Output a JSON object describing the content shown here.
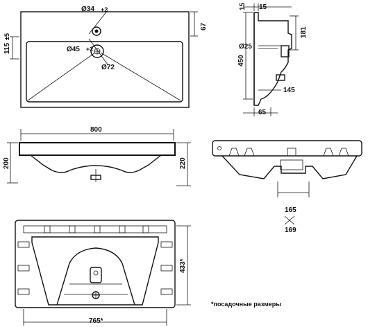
{
  "top_view": {
    "dims": {
      "tap_hole": "Ø34",
      "tap_hole_tol": "+2",
      "drain_hole": "Ø45",
      "drain_hole_tol": "+2",
      "drain_outer": "Ø72",
      "left_height": "115",
      "left_height_tol": "±5",
      "right_offset": "67"
    }
  },
  "side_view": {
    "dims": {
      "top_left": "15",
      "top_right": "15",
      "pipe": "Ø25",
      "height": "450",
      "upper": "181",
      "outlet": "145",
      "depth": "65"
    }
  },
  "front_view": {
    "dims": {
      "width": "800",
      "left_height": "200",
      "right_height": "220"
    }
  },
  "back_view": {
    "dims": {
      "top": "165",
      "bottom": "169"
    }
  },
  "bottom_view": {
    "dims": {
      "width": "765*",
      "height": "433*"
    }
  },
  "note": "*посадочные размеры"
}
